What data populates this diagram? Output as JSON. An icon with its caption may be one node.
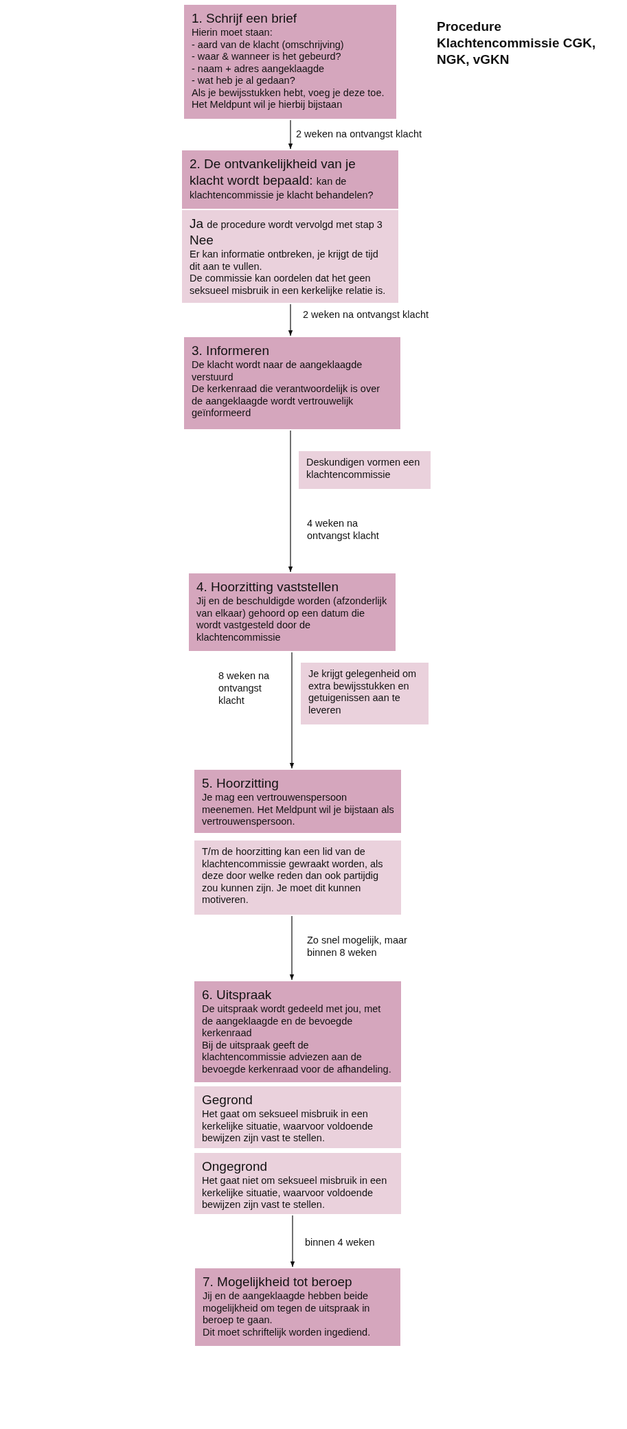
{
  "diagram": {
    "title": "Procedure Klachtencommissie CGK, NGK, vGKN",
    "nodes": [
      {
        "text": [
          "1. Schrijf een brief",
          "Hierin moet staan:",
          "- aard van de klacht (omschrijving)",
          "- waar & wanneer is het gebeurd?",
          "- naam + adres aangeklaagde",
          "- wat heb je al gedaan?",
          "Als je bewijsstukken hebt, voeg je deze toe.",
          "Het Meldpunt wil je hierbij bijstaan"
        ]
      },
      {
        "text": [
          "2. De ontvankelijkheid van je klacht wordt bepaald:",
          "kan de klachtencommissie je klacht behandelen?"
        ]
      },
      {
        "text": [
          "Ja",
          "de procedure wordt vervolgd met stap 3",
          "Nee",
          "Er kan informatie ontbreken, je krijgt de tijd dit aan te vullen.",
          "De commissie kan oordelen dat het geen seksueel misbruik in een kerkelijke relatie is."
        ]
      },
      {
        "text": [
          "3. Informeren",
          "De klacht wordt naar de aangeklaagde verstuurd",
          "De kerkenraad die verantwoordelijk is over de aangeklaagde wordt vertrouwelijk geïnformeerd"
        ]
      },
      {
        "text": [
          "Deskundigen vormen een klachtencommissie"
        ]
      },
      {
        "text": [
          "4. Hoorzitting vaststellen",
          "Jij en de beschuldigde worden (afzonderlijk van elkaar) gehoord op een datum die wordt vastgesteld door de klachtencommissie"
        ]
      },
      {
        "text": [
          "Je krijgt gelegenheid om extra bewijsstukken en getuigenissen aan te leveren"
        ]
      },
      {
        "text": [
          "5. Hoorzitting",
          "Je mag een vertrouwenspersoon meenemen. Het Meldpunt wil je bijstaan als vertrouwenspersoon."
        ]
      },
      {
        "text": [
          "T/m de hoorzitting kan een lid van de klachtencommissie gewraakt worden, als deze door welke reden dan ook partijdig zou kunnen zijn. Je moet dit kunnen motiveren."
        ]
      },
      {
        "text": [
          "6. Uitspraak",
          "De uitspraak wordt gedeeld met jou, met de aangeklaagde en de bevoegde kerkenraad",
          "Bij de uitspraak geeft de klachtencommissie adviezen aan de bevoegde kerkenraad voor de afhandeling."
        ]
      },
      {
        "text": [
          "Gegrond",
          "Het gaat om seksueel misbruik in een kerkelijke situatie, waarvoor voldoende bewijzen zijn vast te stellen."
        ]
      },
      {
        "text": [
          "Ongegrond",
          "Het gaat niet om seksueel misbruik in een kerkelijke situatie, waarvoor voldoende bewijzen zijn vast te stellen."
        ]
      },
      {
        "text": [
          "7. Mogelijkheid tot beroep",
          "Jij en de aangeklaagde hebben beide mogelijkheid om tegen de uitspraak in beroep te gaan.",
          "Dit moet schriftelijk worden ingediend."
        ]
      }
    ],
    "edges": [
      {
        "from": 0,
        "to": 1,
        "arrow": "to",
        "label": "2 weken na ontvangst klacht"
      },
      {
        "from": 2,
        "to": 3,
        "arrow": "to",
        "label": "2 weken na ontvangst klacht"
      },
      {
        "from": 3,
        "to": 5,
        "arrow": "to",
        "label": "4 weken na ontvangst klacht"
      },
      {
        "from": 5,
        "to": 7,
        "arrow": "to",
        "label": "8 weken na ontvangst klacht"
      },
      {
        "from": 8,
        "to": 9,
        "arrow": "to",
        "label": "Zo snel mogelijk, maar binnen 8 weken"
      },
      {
        "from": 11,
        "to": 12,
        "arrow": "to",
        "label": "binnen 4 weken"
      }
    ]
  }
}
